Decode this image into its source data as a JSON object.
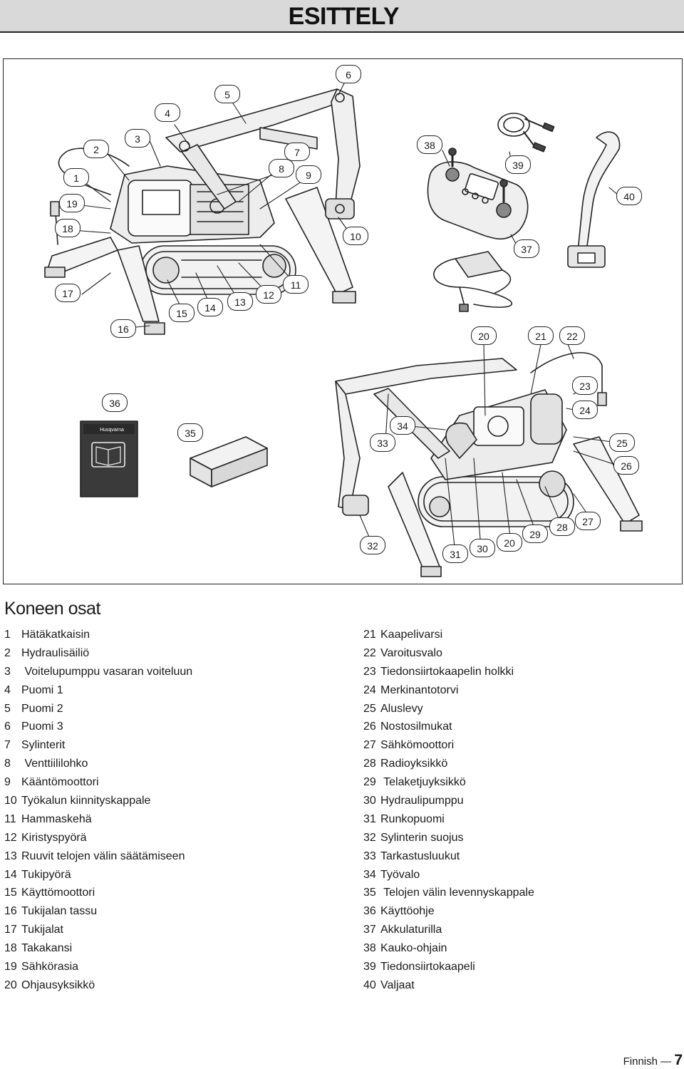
{
  "header": {
    "title": "ESITTELY"
  },
  "diagram": {
    "callouts": [
      {
        "id": "c1",
        "label": "1"
      },
      {
        "id": "c2",
        "label": "2"
      },
      {
        "id": "c3",
        "label": "3"
      },
      {
        "id": "c4",
        "label": "4"
      },
      {
        "id": "c5",
        "label": "5"
      },
      {
        "id": "c6",
        "label": "6"
      },
      {
        "id": "c7",
        "label": "7"
      },
      {
        "id": "c8",
        "label": "8"
      },
      {
        "id": "c9",
        "label": "9"
      },
      {
        "id": "c10",
        "label": "10"
      },
      {
        "id": "c11",
        "label": "11"
      },
      {
        "id": "c12",
        "label": "12"
      },
      {
        "id": "c13",
        "label": "13"
      },
      {
        "id": "c14",
        "label": "14"
      },
      {
        "id": "c15",
        "label": "15"
      },
      {
        "id": "c16",
        "label": "16"
      },
      {
        "id": "c17",
        "label": "17"
      },
      {
        "id": "c18",
        "label": "18"
      },
      {
        "id": "c19",
        "label": "19"
      },
      {
        "id": "c20a",
        "label": "20"
      },
      {
        "id": "c21",
        "label": "21"
      },
      {
        "id": "c22",
        "label": "22"
      },
      {
        "id": "c23",
        "label": "23"
      },
      {
        "id": "c24",
        "label": "24"
      },
      {
        "id": "c25",
        "label": "25"
      },
      {
        "id": "c26",
        "label": "26"
      },
      {
        "id": "c27",
        "label": "27"
      },
      {
        "id": "c28",
        "label": "28"
      },
      {
        "id": "c29",
        "label": "29"
      },
      {
        "id": "c20b",
        "label": "20"
      },
      {
        "id": "c30",
        "label": "30"
      },
      {
        "id": "c31",
        "label": "31"
      },
      {
        "id": "c32",
        "label": "32"
      },
      {
        "id": "c33",
        "label": "33"
      },
      {
        "id": "c34",
        "label": "34"
      },
      {
        "id": "c35",
        "label": "35"
      },
      {
        "id": "c36",
        "label": "36"
      },
      {
        "id": "c37",
        "label": "37"
      },
      {
        "id": "c38",
        "label": "38"
      },
      {
        "id": "c39",
        "label": "39"
      },
      {
        "id": "c40",
        "label": "40"
      }
    ],
    "manual_brand": "Husqvarna"
  },
  "section": {
    "heading": "Koneen osat"
  },
  "parts_left": [
    {
      "num": "1",
      "name": "Hätäkatkaisin"
    },
    {
      "num": "2",
      "name": "Hydraulisäiliö"
    },
    {
      "num": "3",
      "name": " Voitelupumppu vasaran voiteluun"
    },
    {
      "num": "4",
      "name": "Puomi 1"
    },
    {
      "num": "5",
      "name": "Puomi 2"
    },
    {
      "num": "6",
      "name": "Puomi 3"
    },
    {
      "num": "7",
      "name": "Sylinterit"
    },
    {
      "num": "8",
      "name": " Venttiililohko"
    },
    {
      "num": "9",
      "name": "Kääntömoottori"
    },
    {
      "num": "10",
      "name": "Työkalun kiinnityskappale"
    },
    {
      "num": "11",
      "name": "Hammaskehä"
    },
    {
      "num": "12",
      "name": "Kiristyspyörä"
    },
    {
      "num": "13",
      "name": "Ruuvit telojen välin säätämiseen"
    },
    {
      "num": "14",
      "name": "Tukipyörä"
    },
    {
      "num": "15",
      "name": "Käyttömoottori"
    },
    {
      "num": "16",
      "name": "Tukijalan tassu"
    },
    {
      "num": "17",
      "name": "Tukijalat"
    },
    {
      "num": "18",
      "name": "Takakansi"
    },
    {
      "num": "19",
      "name": "Sähkörasia"
    },
    {
      "num": "20",
      "name": "Ohjausyksikkö"
    }
  ],
  "parts_right": [
    {
      "num": "21",
      "name": "Kaapelivarsi"
    },
    {
      "num": "22",
      "name": "Varoitusvalo"
    },
    {
      "num": "23",
      "name": "Tiedonsiirtokaapelin holkki"
    },
    {
      "num": "24",
      "name": "Merkinantotorvi"
    },
    {
      "num": "25",
      "name": "Aluslevy"
    },
    {
      "num": "26",
      "name": "Nostosilmukat"
    },
    {
      "num": "27",
      "name": "Sähkömoottori"
    },
    {
      "num": "28",
      "name": "Radioyksikkö"
    },
    {
      "num": "29",
      "name": " Telaketjuyksikkö"
    },
    {
      "num": "30",
      "name": "Hydraulipumppu"
    },
    {
      "num": "31",
      "name": "Runkopuomi"
    },
    {
      "num": "32",
      "name": "Sylinterin suojus"
    },
    {
      "num": "33",
      "name": "Tarkastusluukut"
    },
    {
      "num": "34",
      "name": "Työvalo"
    },
    {
      "num": "35",
      "name": " Telojen välin levennyskappale"
    },
    {
      "num": "36",
      "name": "Käyttöohje"
    },
    {
      "num": "37",
      "name": "Akkulaturilla"
    },
    {
      "num": "38",
      "name": "Kauko-ohjain"
    },
    {
      "num": "39",
      "name": "Tiedonsiirtokaapeli"
    },
    {
      "num": "40",
      "name": "Valjaat"
    }
  ],
  "footer": {
    "language": "Finnish",
    "separator": "—",
    "page": "7"
  }
}
